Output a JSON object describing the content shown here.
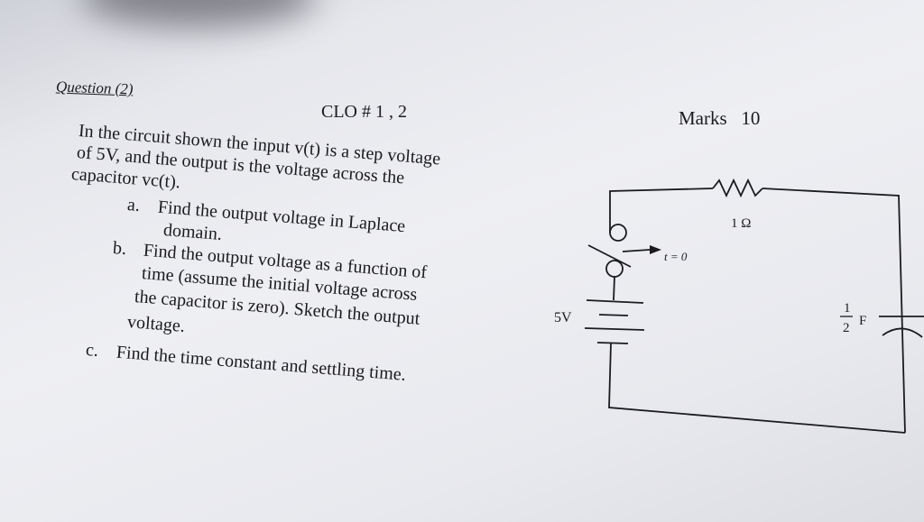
{
  "header": {
    "question": "Question (2)",
    "clo": "CLO # 1 , 2",
    "marks": "Marks   10"
  },
  "body": {
    "intro_line1": "In the circuit shown the input v(t) is a step voltage",
    "intro_line2": "of 5V, and the output is the voltage across the",
    "intro_line3": "capacitor vc(t).",
    "parts": [
      {
        "label": "a.",
        "lines": [
          "Find the output voltage in Laplace",
          "domain."
        ]
      },
      {
        "label": "b.",
        "lines": [
          "Find the output voltage as a function of",
          "time (assume the initial voltage across",
          "the capacitor is zero). Sketch the output",
          "voltage."
        ]
      },
      {
        "label": "c.",
        "lines": [
          "Find the time constant and settling time."
        ]
      }
    ]
  },
  "circuit": {
    "resistor_label": "1 Ω",
    "switch_label": "t = 0",
    "source_label": "5V",
    "capacitor_num": "1",
    "capacitor_den": "2",
    "capacitor_unit": "F"
  }
}
